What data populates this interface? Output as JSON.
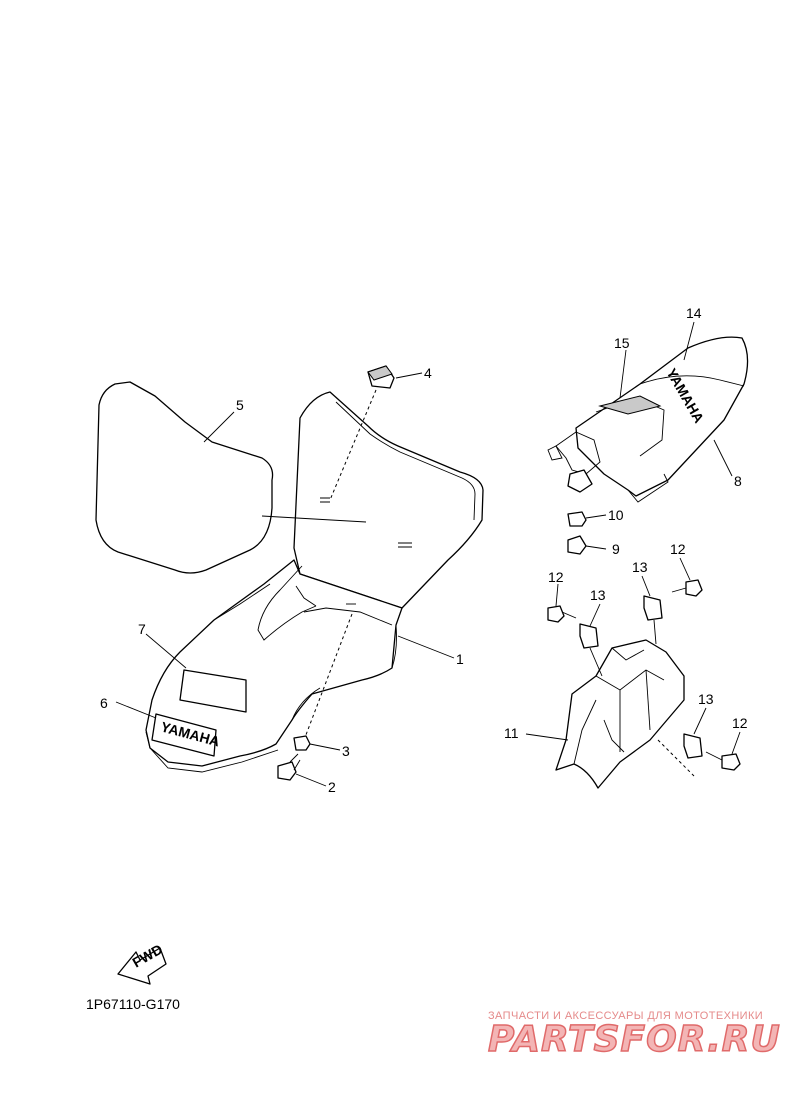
{
  "callouts": [
    "1",
    "2",
    "3",
    "4",
    "5",
    "6",
    "7",
    "8",
    "9",
    "10",
    "11",
    "12",
    "13",
    "14",
    "15"
  ],
  "emblem_text": "YAMAHA",
  "fwd_label": "FWD",
  "diagram_code": "1P67110-G170",
  "watermark": {
    "caption": "ЗАПЧАСТИ И АКСЕССУАРЫ ДЛЯ МОТОТЕХНИКИ",
    "logo": "PARTSFOR.RU"
  },
  "colors": {
    "line": "#000000",
    "watermark_fill": "#f3b5b5",
    "watermark_stroke": "#e06a6a"
  }
}
